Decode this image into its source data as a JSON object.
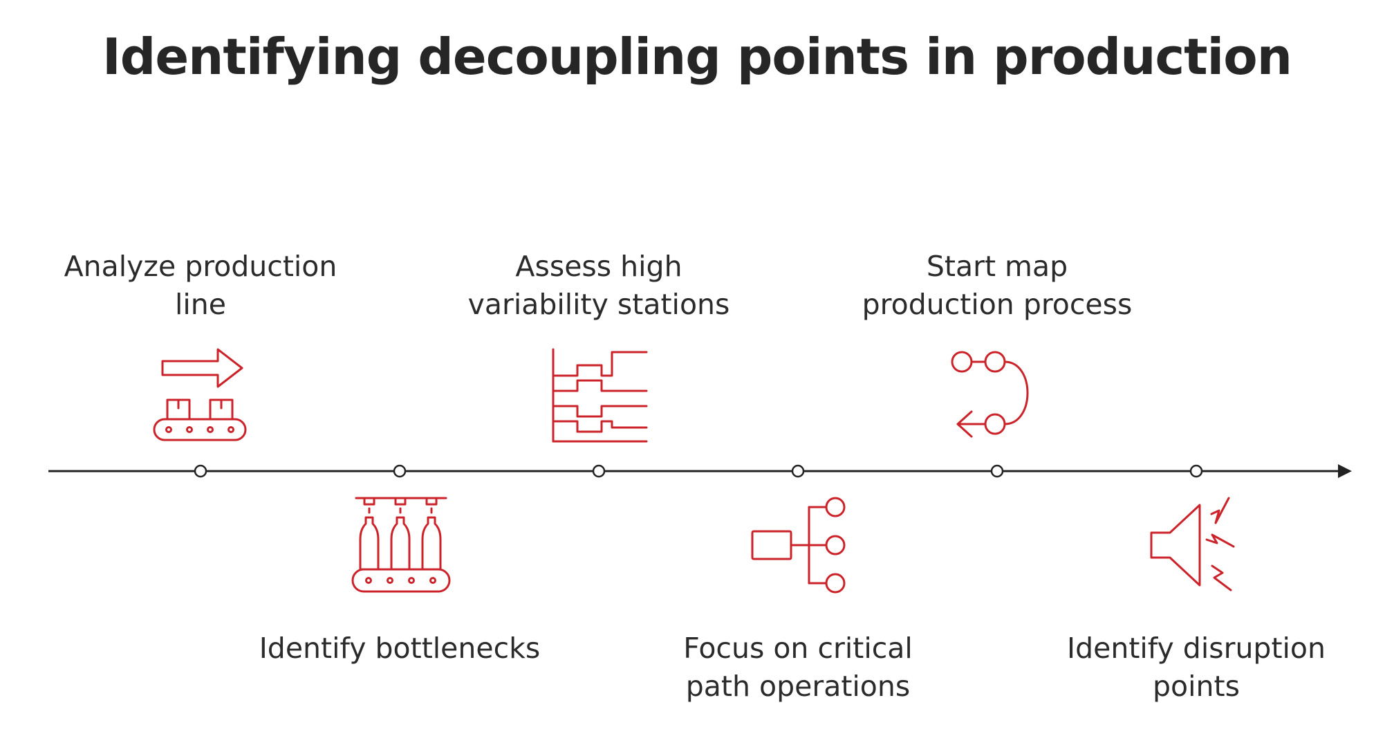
{
  "title": "Identifying decoupling points in production",
  "accent_color": "#cc2229",
  "line_color": "#222222",
  "steps": [
    {
      "label": "Analyze production\nline",
      "icon": "conveyor-boxes-arrow-icon",
      "position": "above"
    },
    {
      "label": "Identify bottlenecks",
      "icon": "bottle-conveyor-icon",
      "position": "below"
    },
    {
      "label": "Assess high\nvariability stations",
      "icon": "variability-step-lines-icon",
      "position": "above"
    },
    {
      "label": "Focus on critical\npath operations",
      "icon": "branch-tree-icon",
      "position": "below"
    },
    {
      "label": "Start map\nproduction process",
      "icon": "loop-path-icon",
      "position": "above"
    },
    {
      "label": "Identify disruption\npoints",
      "icon": "speaker-disruption-icon",
      "position": "below"
    }
  ]
}
